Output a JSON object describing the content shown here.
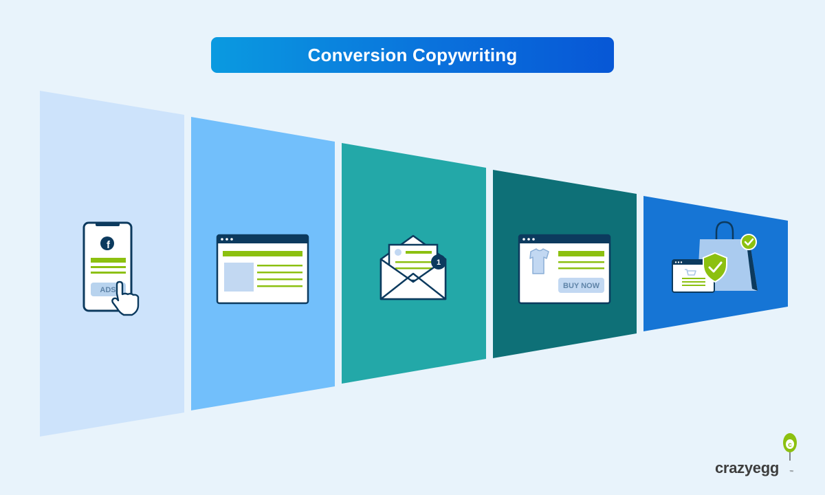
{
  "title": "Conversion Copywriting",
  "stages": [
    {
      "icon": "facebook-ad-phone-icon",
      "button_label": "ADS"
    },
    {
      "icon": "landing-page-icon"
    },
    {
      "icon": "email-icon",
      "badge": "1"
    },
    {
      "icon": "product-page-icon",
      "button_label": "BUY NOW"
    },
    {
      "icon": "secure-checkout-icon"
    }
  ],
  "brand": "crazyegg",
  "brand_tm": "™",
  "colors": {
    "background": "#e8f3fb",
    "stage1": "#cde3fb",
    "stage2": "#72bffb",
    "stage3": "#23a8a8",
    "stage4": "#0e7077",
    "stage5": "#1675d5",
    "navy": "#0c3a5e",
    "accent_green": "#8cc010"
  }
}
